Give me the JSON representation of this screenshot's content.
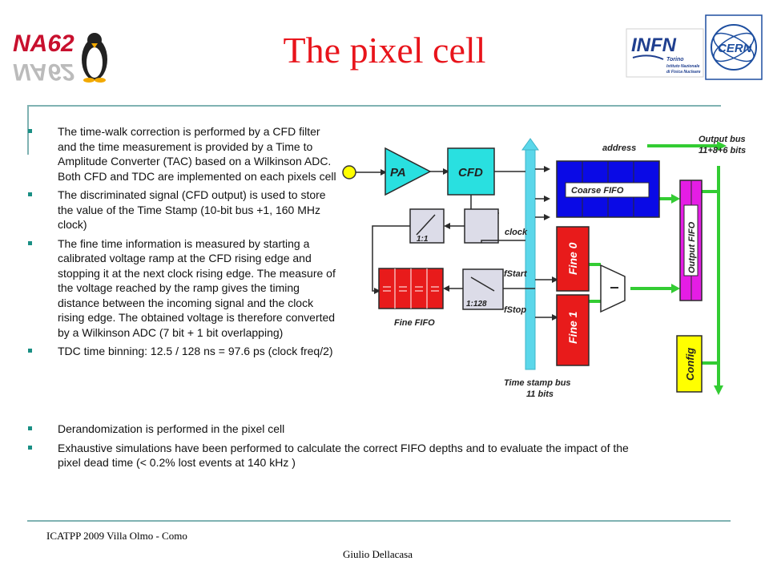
{
  "title": "The pixel cell",
  "logos": {
    "na62": "NA62",
    "infn_main": "INFN",
    "infn_sub1": "Torino",
    "infn_sub2": "Istituto Nazionale",
    "infn_sub3": "di Fisica Nucleare",
    "cern": "CERN"
  },
  "bullets_top": [
    "The time-walk correction is performed by a CFD filter and the time measurement is provided by a Time to Amplitude Converter (TAC) based on a Wilkinson ADC. Both CFD and TDC are implemented on each pixels cell",
    "The discriminated signal (CFD output) is used to store the value of the Time Stamp (10-bit bus +1, 160 MHz clock)",
    "The fine time information is measured by starting a calibrated voltage ramp at the CFD rising edge and stopping it at the next clock rising edge. The measure of the voltage reached by the ramp gives the timing distance between the incoming signal and the clock rising edge. The obtained voltage is therefore converted by a Wilkinson ADC (7 bit + 1 bit overlapping)",
    "TDC time binning: 12.5 / 128 ns = 97.6 ps (clock freq/2)"
  ],
  "bullets_bottom": [
    "Derandomization is performed in the pixel cell",
    "Exhaustive simulations have been performed to calculate the correct FIFO depths and to evaluate the impact of the pixel dead time (< 0.2% lost events at 140 kHz )"
  ],
  "diagram": {
    "pa": "PA",
    "cfd": "CFD",
    "address": "address",
    "output_bus_1": "Output bus",
    "output_bus_2": "11+8+6 bits",
    "coarse_fifo": "Coarse FIFO",
    "output_fifo": "Output FIFO",
    "ratio_1": "1:1",
    "clock": "clock",
    "fstart": "fStart",
    "fstop": "fStop",
    "ratio_128": "1:128",
    "fine_0": "Fine 0",
    "fine_1": "Fine 1",
    "fine_fifo": "Fine FIFO",
    "config": "Config",
    "ts_bus_1": "Time stamp bus",
    "ts_bus_2": "11 bits"
  },
  "footer": {
    "left": "ICATPP 2009 Villa Olmo - Como",
    "right": "Giulio Dellacasa"
  }
}
